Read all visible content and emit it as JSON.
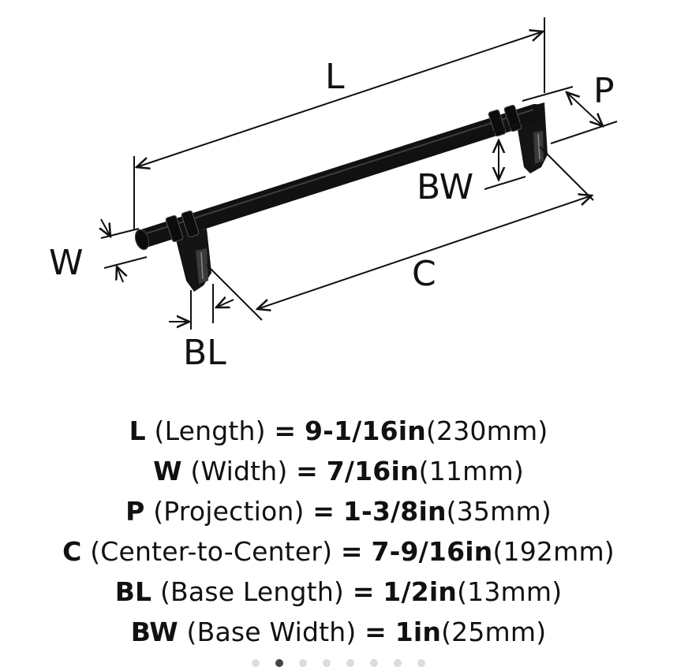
{
  "diagram": {
    "labels": {
      "L": "L",
      "P": "P",
      "BW": "BW",
      "W": "W",
      "C": "C",
      "BL": "BL"
    }
  },
  "specs": [
    {
      "code": "L",
      "name": "(Length)",
      "eq": "=",
      "imperial": "9-1/16in",
      "metric": "(230mm)"
    },
    {
      "code": "W",
      "name": "(Width)",
      "eq": "=",
      "imperial": "7/16in",
      "metric": "(11mm)"
    },
    {
      "code": "P",
      "name": "(Projection)",
      "eq": "=",
      "imperial": "1-3/8in",
      "metric": "(35mm)"
    },
    {
      "code": "C",
      "name": "(Center-to-Center)",
      "eq": "=",
      "imperial": "7-9/16in",
      "metric": "(192mm)"
    },
    {
      "code": "BL",
      "name": "(Base Length)",
      "eq": "=",
      "imperial": "1/2in",
      "metric": "(13mm)"
    },
    {
      "code": "BW",
      "name": "(Base Width)",
      "eq": "=",
      "imperial": "1in",
      "metric": "(25mm)"
    }
  ],
  "carousel": {
    "count": 8,
    "active_index": 1
  }
}
